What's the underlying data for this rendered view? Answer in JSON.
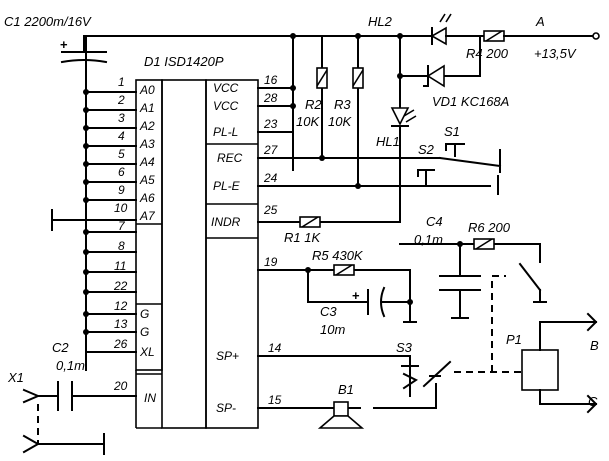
{
  "chip": {
    "label": "D1 ISD1420P",
    "left_pins": [
      {
        "num": "1",
        "name": "A0"
      },
      {
        "num": "2",
        "name": "A1"
      },
      {
        "num": "3",
        "name": "A2"
      },
      {
        "num": "4",
        "name": "A3"
      },
      {
        "num": "5",
        "name": "A4"
      },
      {
        "num": "6",
        "name": "A5"
      },
      {
        "num": "9",
        "name": "A6"
      },
      {
        "num": "10",
        "name": "A7"
      },
      {
        "num": "7",
        "name": ""
      },
      {
        "num": "8",
        "name": ""
      },
      {
        "num": "11",
        "name": ""
      },
      {
        "num": "22",
        "name": ""
      },
      {
        "num": "12",
        "name": "G"
      },
      {
        "num": "13",
        "name": "G"
      },
      {
        "num": "26",
        "name": "XL"
      },
      {
        "num": "20",
        "name": "IN"
      }
    ],
    "right_pins": [
      {
        "num": "16",
        "name": "VCC"
      },
      {
        "num": "28",
        "name": "VCC"
      },
      {
        "num": "23",
        "name": "PL-L"
      },
      {
        "num": "27",
        "name": "REC"
      },
      {
        "num": "24",
        "name": "PL-E"
      },
      {
        "num": "25",
        "name": "INDR"
      },
      {
        "num": "19",
        "name": ""
      },
      {
        "num": "14",
        "name": "SP+"
      },
      {
        "num": "15",
        "name": "SP-"
      }
    ]
  },
  "components": {
    "c1": "C1 2200m/16V",
    "c2": "C2",
    "c2_val": "0,1m",
    "c3": "C3",
    "c3_val": "10m",
    "c4": "C4",
    "c4_val": "0,1m",
    "r1": "R1 1K",
    "r2": "R2",
    "r2_val": "10K",
    "r3": "R3",
    "r3_val": "10K",
    "r4": "R4 200",
    "r5": "R5 430K",
    "r6": "R6 200",
    "hl1": "HL1",
    "hl2": "HL2",
    "vd1": "VD1 KC168A",
    "s1": "S1",
    "s2": "S2",
    "s3": "S3",
    "x1": "X1",
    "b1": "B1",
    "p1": "P1"
  },
  "terminals": {
    "a": "A",
    "a_voltage": "+13,5V",
    "b": "B",
    "c": "C"
  },
  "signs": {
    "plus": "+"
  }
}
